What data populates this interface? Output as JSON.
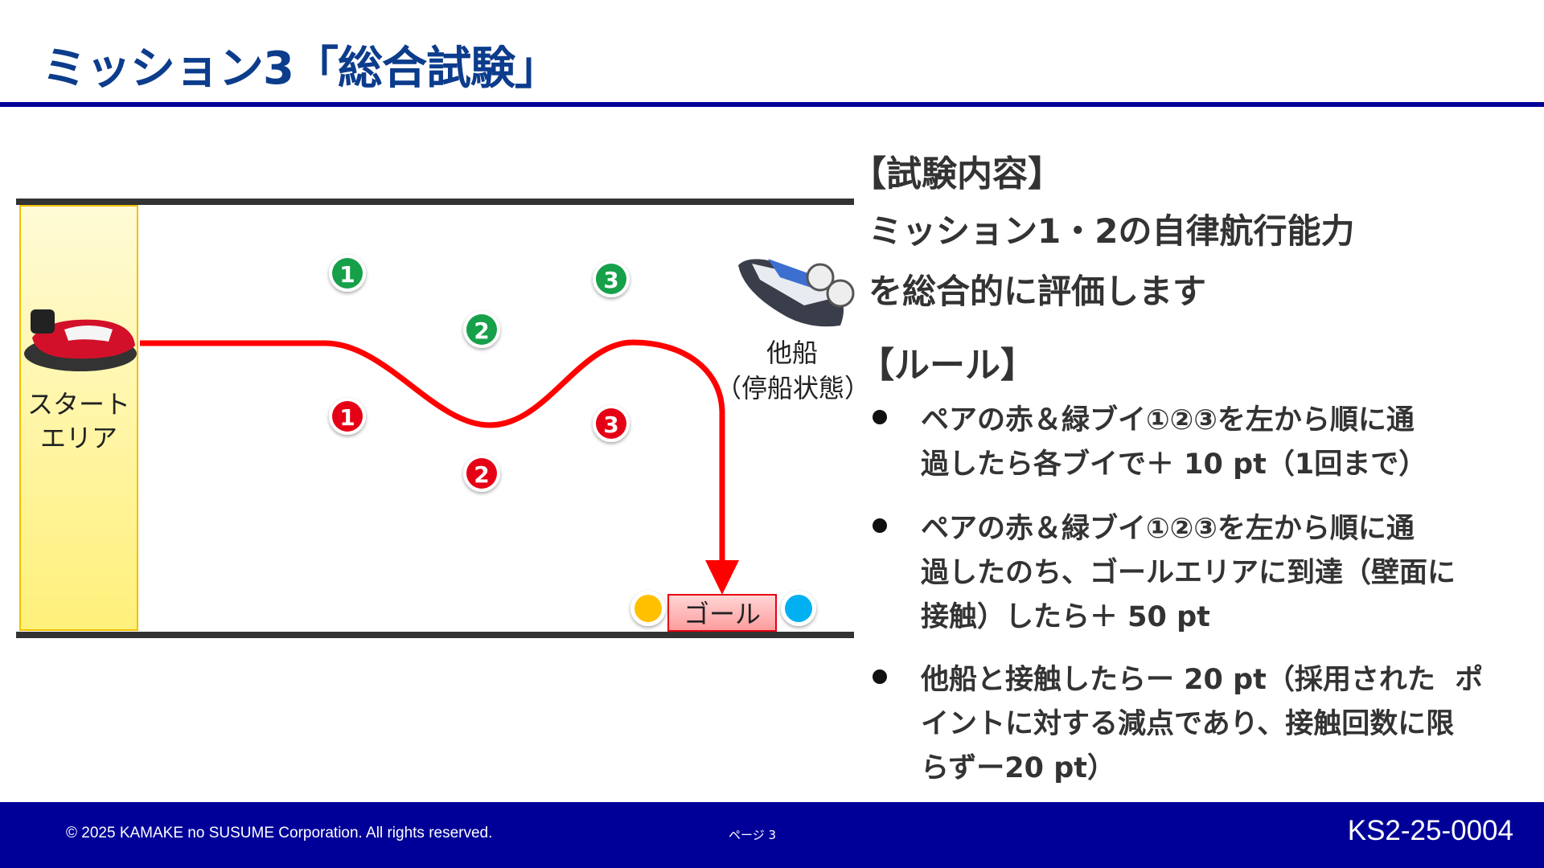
{
  "header": {
    "title": "ミッション3「総合試験」"
  },
  "diagram": {
    "start_label_line1": "スタート",
    "start_label_line2": "エリア",
    "other_vessel_line1": "他船",
    "other_vessel_line2": "（停船状態）",
    "goal_label": "ゴール",
    "buoys": {
      "green": [
        "1",
        "2",
        "3"
      ],
      "red": [
        "1",
        "2",
        "3"
      ]
    },
    "colors": {
      "green": "#12a04a",
      "red": "#e60012",
      "path": "#ff0000",
      "goal_yellow": "#ffc000",
      "goal_blue": "#00b0f0",
      "start_area": "#fff59a"
    }
  },
  "content": {
    "section1_heading": "【試験内容】",
    "section1_line1": "ミッション1・2の自律航行能力",
    "section1_line2": "を総合的に評価します",
    "section2_heading": "【ルール】",
    "rules": [
      "ペアの赤＆緑ブイ①②③を左から順に通\n過したら各ブイで＋ 10 pt（1回まで）",
      "ペアの赤＆緑ブイ①②③を左から順に通\n過したのち、ゴールエリアに到達（壁面に\n接触）したら＋ 50 pt",
      "他船と接触したらー 20 pt（採用された  ポ\nイントに対する減点であり、接触回数に限\nらずー20 pt）"
    ]
  },
  "footer": {
    "copyright": "© 2025 KAMAKE no SUSUME Corporation. All rights reserved.",
    "page": "ページ 3",
    "doc_id": "KS2-25-0004"
  }
}
